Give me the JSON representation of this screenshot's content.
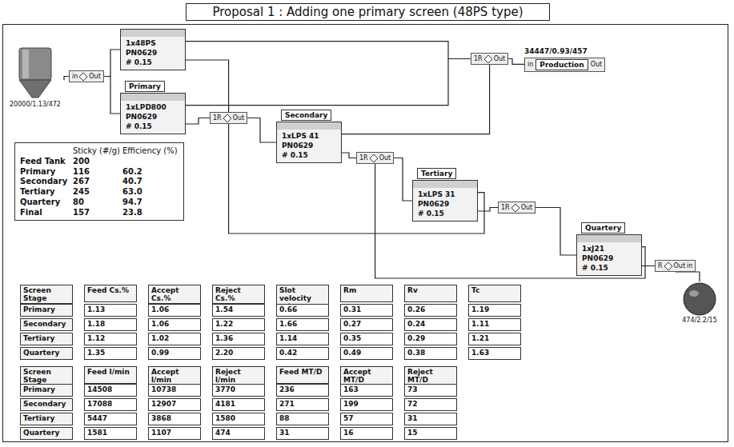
{
  "diagram": {
    "title": "Proposal 1 : Adding one primary screen (48PS type)",
    "nodes": [
      {
        "text": [
          "20000/1.13/472"
        ]
      },
      {
        "text": [
          "in",
          "Out"
        ]
      },
      {
        "text": [
          "1x48PS",
          "PN0629",
          "# 0.15"
        ]
      },
      {
        "text": [
          "Primary",
          "1xLPD800",
          "PN0629",
          "# 0.15"
        ]
      },
      {
        "text": [
          "1R",
          "Out"
        ]
      },
      {
        "text": [
          "Secondary",
          "1xLPS 41",
          "PN0629",
          "# 0.15"
        ]
      },
      {
        "text": [
          "1R",
          "Out"
        ]
      },
      {
        "text": [
          "34447/0.93/457",
          "in",
          "Production",
          "Out"
        ]
      },
      {
        "text": [
          "1R",
          "Out"
        ]
      },
      {
        "text": [
          "Tertiary",
          "1xLPS 31",
          "PN0629",
          "# 0.15"
        ]
      },
      {
        "text": [
          "1R",
          "Out"
        ]
      },
      {
        "text": [
          "Quartery",
          "1xJ21",
          "PN0629",
          "# 0.15"
        ]
      },
      {
        "text": [
          "R",
          "Out",
          "in"
        ]
      },
      {
        "text": [
          "474/2.2/15"
        ]
      }
    ],
    "edges": [
      {
        "from": 0,
        "to": 1,
        "arrow": "none"
      },
      {
        "from": 1,
        "to": 2,
        "arrow": "none"
      },
      {
        "from": 1,
        "to": 3,
        "arrow": "none"
      },
      {
        "from": 2,
        "to": 6,
        "arrow": "none"
      },
      {
        "from": 3,
        "to": 6,
        "arrow": "none"
      },
      {
        "from": 2,
        "to": 4,
        "arrow": "none"
      },
      {
        "from": 3,
        "to": 4,
        "arrow": "none"
      },
      {
        "from": 4,
        "to": 5,
        "arrow": "none"
      },
      {
        "from": 5,
        "to": 6,
        "arrow": "none"
      },
      {
        "from": 5,
        "to": 8,
        "arrow": "none"
      },
      {
        "from": 8,
        "to": 9,
        "arrow": "none"
      },
      {
        "from": 9,
        "to": 4,
        "arrow": "none"
      },
      {
        "from": 9,
        "to": 10,
        "arrow": "none"
      },
      {
        "from": 10,
        "to": 11,
        "arrow": "none"
      },
      {
        "from": 11,
        "to": 8,
        "arrow": "none"
      },
      {
        "from": 11,
        "to": 12,
        "arrow": "none"
      },
      {
        "from": 12,
        "to": 13,
        "arrow": "none"
      },
      {
        "from": 6,
        "to": 7,
        "arrow": "none"
      }
    ],
    "labels": [
      "Sticky (#/g)",
      "Efficiency (%)",
      "Feed Tank",
      "200",
      "Primary",
      "116",
      "60.2",
      "Secondary",
      "267",
      "40.7",
      "Tertiary",
      "245",
      "63.0",
      "Quartery",
      "80",
      "94.7",
      "Final",
      "157",
      "23.8",
      "Screen Stage",
      "Feed Cs.%",
      "Accept Cs.%",
      "Reject Cs.%",
      "Slot velocity m/s",
      "Rm",
      "Rv",
      "Tc",
      "Primary",
      "1.13",
      "1.06",
      "1.54",
      "0.66",
      "0.31",
      "0.26",
      "1.19",
      "Secondary",
      "1.18",
      "1.06",
      "1.22",
      "1.66",
      "0.27",
      "0.24",
      "1.11",
      "Tertiary",
      "1.12",
      "1.02",
      "1.36",
      "1.14",
      "0.35",
      "0.29",
      "1.21",
      "Quartery",
      "1.35",
      "0.99",
      "2.20",
      "0.42",
      "0.49",
      "0.38",
      "1.63",
      "Screen Stage",
      "Feed l/min",
      "Accept l/min",
      "Reject l/min",
      "Feed MT/D",
      "Accept MT/D",
      "Reject MT/D",
      "Primary",
      "14508",
      "10738",
      "3770",
      "236",
      "163",
      "73",
      "Secondary",
      "17088",
      "12907",
      "4181",
      "271",
      "199",
      "72",
      "Tertiary",
      "5447",
      "3868",
      "1580",
      "88",
      "57",
      "31",
      "Quartery",
      "1581",
      "1107",
      "474",
      "31",
      "16",
      "15"
    ]
  }
}
